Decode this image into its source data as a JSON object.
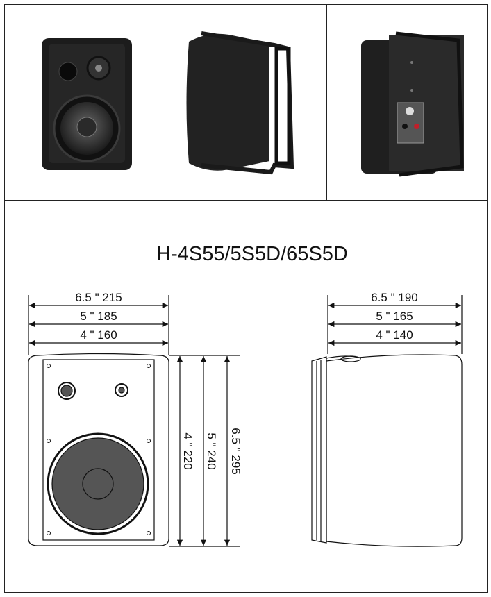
{
  "title": "H-4S55/5S5D/65S5D",
  "photos": [
    "front-view",
    "side-view",
    "rear-view"
  ],
  "front_width_dims": [
    "6.5 \" 215",
    "5 \" 185",
    "4 \" 160"
  ],
  "height_dims": [
    "4 \" 220",
    "5 \" 240",
    "6.5 \" 295"
  ],
  "side_depth_dims": [
    "6.5 \" 190",
    "5 \" 165",
    "4 \" 140"
  ],
  "colors": {
    "line": "#111111",
    "speaker": "#1c1c1c",
    "woofer": "#555555"
  }
}
